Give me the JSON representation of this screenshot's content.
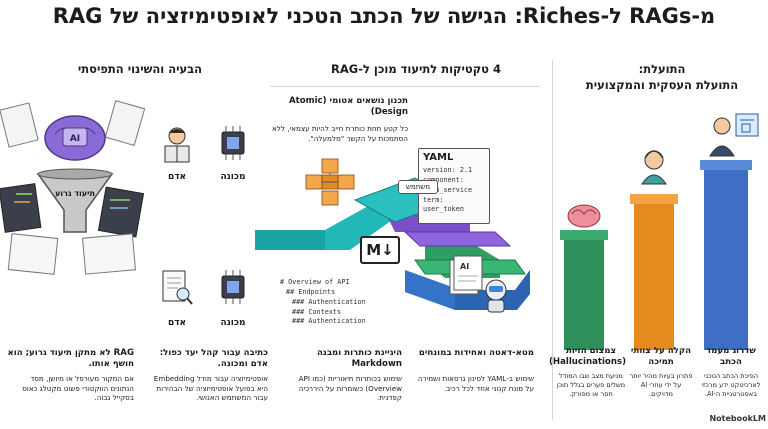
{
  "title": "מ-RAGs ל-Riches: הגישה של הכתב הטכני לאופטימיזציה של RAG",
  "left_section": {
    "heading": "הבעיה והשינוי התפיסתי",
    "funnel_label": "תיעוד גרוע",
    "ai_label": "AI",
    "human_label": "אדם",
    "machine_label": "מכונה",
    "bottom_title": "RAG לא מתקן תיעוד גרוע; הוא חושף אותו.",
    "bottom_desc": "אם המקור מעורפל או מיושן, מסד הנתונים הווקטורי פשוט מקטלג כאוס בסקייל גבוה.",
    "col2_title": "כתיבה עבור קהל יעד כפול: אדם ומכונה.",
    "col2_desc": "אופטימיזציה עבור מודל Embedding היא בפועל אופטימיזציה של הבהירות עבור המשתמש האנושי."
  },
  "middle_section": {
    "heading": "4 טקטיקות לתיעוד מוכן ל-RAG",
    "atomic_title": "תכנון נושאים אטומי (Atomic Design)",
    "atomic_desc": "כל קטע תחת כותרת חייב להיות עצמאי, ללא הסתמכות על הקשר \"מלמעלה\".",
    "yaml_word": "YAML",
    "yaml_tag": "משתמש",
    "yaml_lines": [
      "version: 2.1",
      "component:",
      "auth_service",
      "term: user_token"
    ],
    "md_logo": "M↓",
    "md_lines": [
      "# Overview of API",
      "## Endpoints",
      "### Authentication",
      "### Contexts",
      "### Authentication"
    ],
    "hier_title": "היגיינת כותרות ומבנה Markdown",
    "hier_desc": "שימוש בכותרות תיאוריות (כמו API Overview) כשומרות על היררכיה קפדנית.",
    "meta_title": "מטא-דאטה ואחידות במונחים",
    "meta_desc": "שימוש ב-YAML לסינון גרסאות ושמירה על מונח קנוני אחד לכל רכיב.",
    "ai_doc_label": "AI"
  },
  "right_section": {
    "heading_line1": "התועלת:",
    "heading_line2": "התועלת העסקית והמקצועית",
    "pillars": [
      {
        "title": "צמצום הזיות (Hallucinations)",
        "desc": "מניעת מצב שבו המודל משלים פערים בגלל תוכן חסר או מפורק.",
        "color": "#2f8f5b"
      },
      {
        "title": "הקלה על צוותי תמיכה",
        "desc": "פתרון בעיות מהיר יותר על ידי עוזרי AI מדויקים.",
        "color": "#e48a1f"
      },
      {
        "title": "שדרוג מעמד הכתב",
        "desc": "הפיכת הכתב הטכני לארכיטקט ידע מרכזי באסטרטגיית ה-AI.",
        "color": "#3f6fc4"
      }
    ]
  },
  "brand": "NotebookLM",
  "colors": {
    "teal": "#1aa3a3",
    "purple": "#7b4fc9",
    "green": "#2e9e63",
    "blue": "#3573c9",
    "orange": "#e48a1f"
  }
}
